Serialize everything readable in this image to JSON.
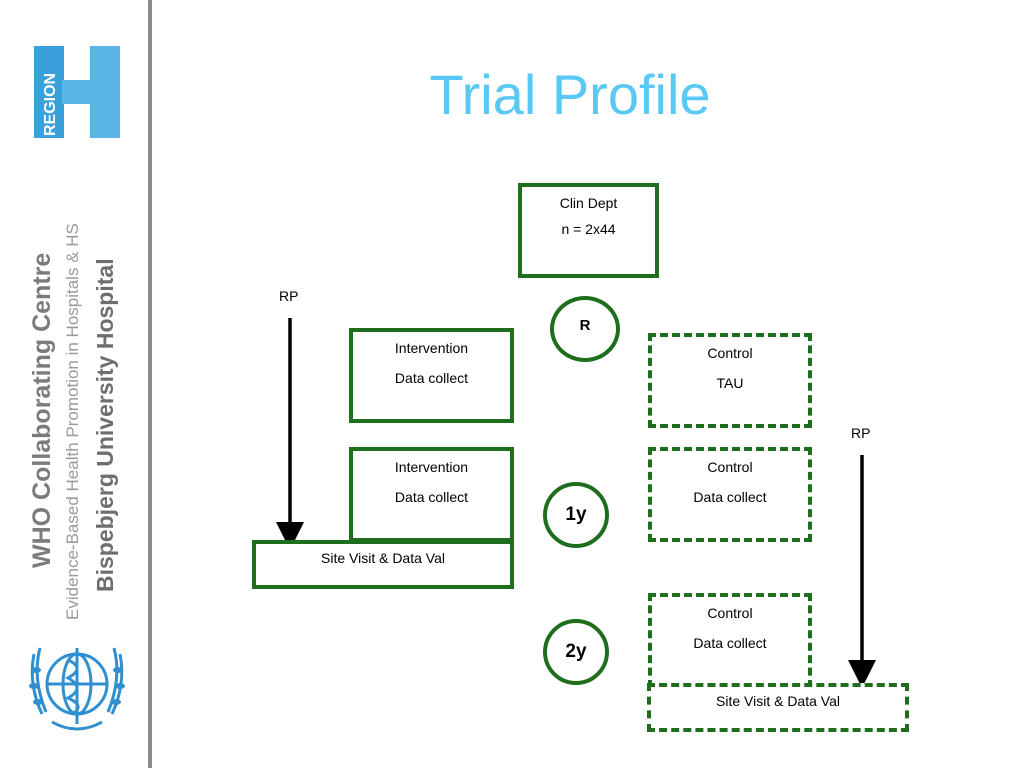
{
  "title": "Trial Profile",
  "sidebar": {
    "region_logo_text": "REGION",
    "who_line1": "WHO Collaborating Centre",
    "who_line2": "Evidence-Based Health Promotion in Hospitals & HS",
    "who_line3": "Bispebjerg University Hospital"
  },
  "diagram": {
    "clin_dept": {
      "line1": "Clin Dept",
      "line2": "n = 2x44"
    },
    "randomize": "R",
    "rp_left": "RP",
    "rp_right": "RP",
    "intervention_1": {
      "line1": "Intervention",
      "line2": "Data collect"
    },
    "intervention_2": {
      "line1": "Intervention",
      "line2": "Data collect"
    },
    "control_1": {
      "line1": "Control",
      "line2": "TAU"
    },
    "control_2": {
      "line1": "Control",
      "line2": "Data collect"
    },
    "control_3": {
      "line1": "Control",
      "line2": "Data collect"
    },
    "year_1": "1y",
    "year_2": "2y",
    "site_visit_left": "Site Visit & Data Val",
    "site_visit_right": "Site Visit & Data Val"
  },
  "colors": {
    "title": "#5ac8f5",
    "box_border": "#1e6e1e",
    "region_blue": "#3aa0dc"
  }
}
